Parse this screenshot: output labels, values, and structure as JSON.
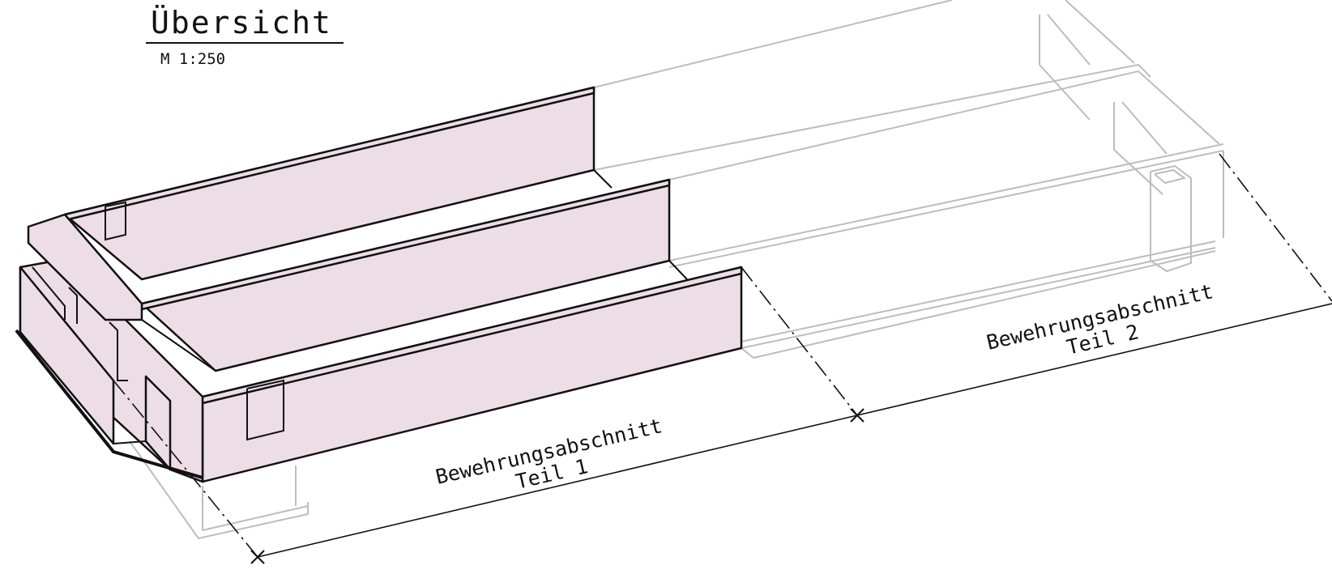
{
  "header": {
    "title": "Übersicht",
    "scale": "M 1:250"
  },
  "sections": [
    {
      "line1": "Bewehrungsabschnitt",
      "line2": "Teil 1"
    },
    {
      "line1": "Bewehrungsabschnitt",
      "line2": "Teil 2"
    }
  ],
  "colors": {
    "wall_fill": "#ecdde6",
    "wall_line": "#111111",
    "ghost_line": "#bdbdbd"
  }
}
